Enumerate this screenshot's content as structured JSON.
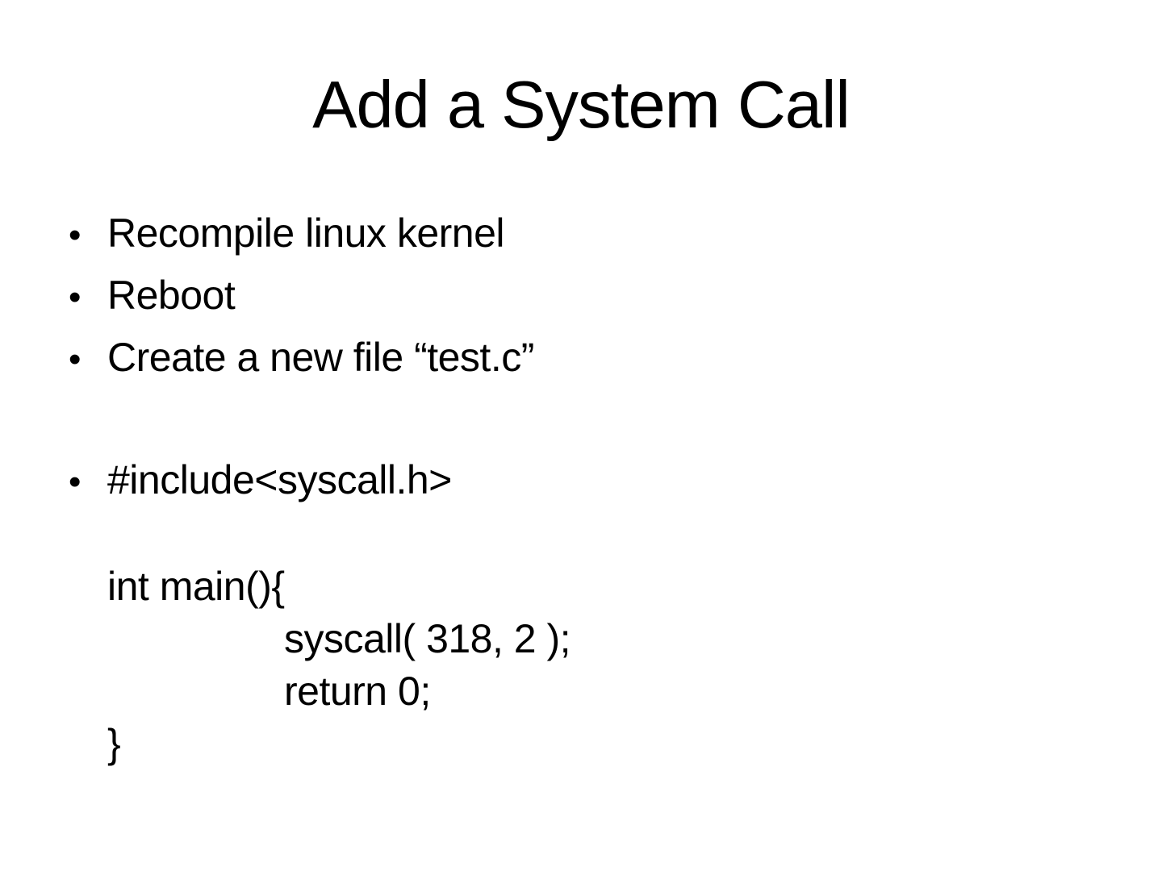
{
  "slide": {
    "title": "Add a System Call",
    "bullet_glyph": "•",
    "bullets": [
      "Recompile linux kernel",
      "Reboot",
      "Create a new file “test.c”",
      "#include<syscall.h>"
    ],
    "code": {
      "line1": "int main(){",
      "line2": "syscall( 318, 2 );",
      "line3": "return 0;",
      "line4": "}"
    },
    "colors": {
      "background": "#ffffff",
      "text": "#000000"
    }
  }
}
